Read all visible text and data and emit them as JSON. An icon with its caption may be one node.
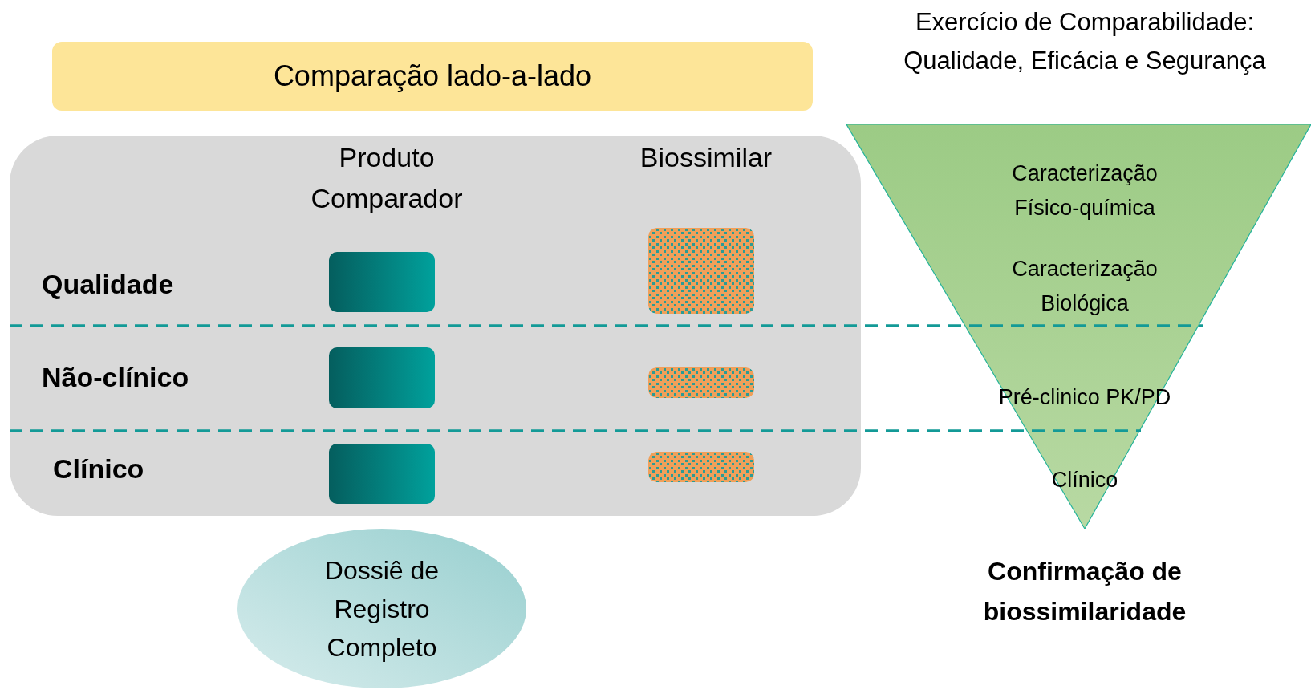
{
  "diagram": {
    "nodes": [
      {
        "text": [
          "Comparação lado-a-lado"
        ]
      },
      {
        "text": [
          "Produto Comparador",
          "Biossimilar",
          "Qualidade",
          "Não-clínico",
          "Clínico"
        ]
      },
      {
        "text": [],
        "shape": "box",
        "in": 1
      },
      {
        "text": [],
        "shape": "box",
        "in": 1
      },
      {
        "text": [],
        "shape": "box",
        "in": 1
      },
      {
        "text": [],
        "shape": "box",
        "in": 1
      },
      {
        "text": [],
        "shape": "box",
        "in": 1
      },
      {
        "text": [],
        "shape": "box",
        "in": 1
      },
      {
        "text": [
          "Dossiê de Registro Completo"
        ]
      },
      {
        "text": [
          "Caracterização Físico-química",
          "Caracterização Biológica",
          "Pré-clinico PK/PD",
          "Clínico"
        ]
      }
    ],
    "edges": [],
    "labels": [
      "Exercício de Comparabilidade: Qualidade, Eficácia e Segurança",
      "Confirmação de biossimilaridade"
    ]
  }
}
